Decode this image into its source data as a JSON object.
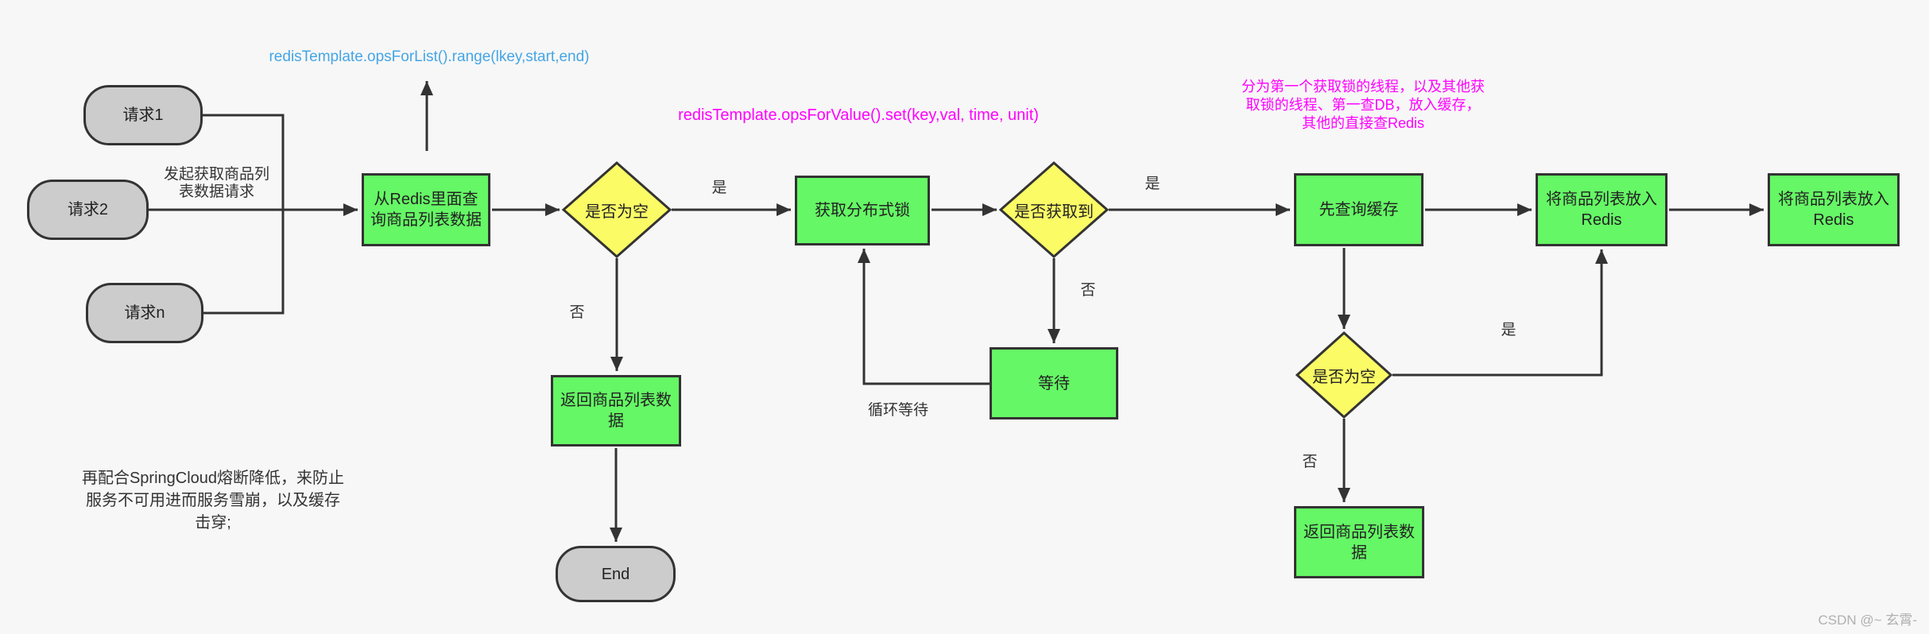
{
  "diagram": {
    "title_context": "Redis product list caching flow with distributed lock",
    "nodes": {
      "req1": {
        "label": "请求1",
        "type": "terminal"
      },
      "req2": {
        "label": "请求2",
        "type": "terminal"
      },
      "reqn": {
        "label": "请求n",
        "type": "terminal"
      },
      "query_redis": {
        "label": "从Redis里面查询商品列表数据",
        "type": "process"
      },
      "is_empty_1": {
        "label": "是否为空",
        "type": "decision"
      },
      "get_lock": {
        "label": "获取分布式锁",
        "type": "process"
      },
      "got_lock": {
        "label": "是否获取到",
        "type": "decision"
      },
      "query_cache": {
        "label": "先查询缓存",
        "type": "process"
      },
      "put_redis_1": {
        "label": "将商品列表放入Redis",
        "type": "process"
      },
      "put_redis_2": {
        "label": "将商品列表放入Redis",
        "type": "process"
      },
      "return_list_1": {
        "label": "返回商品列表数据",
        "type": "process"
      },
      "end": {
        "label": "End",
        "type": "terminal"
      },
      "wait": {
        "label": "等待",
        "type": "process"
      },
      "is_empty_2": {
        "label": "是否为空",
        "type": "decision"
      },
      "return_list_2": {
        "label": "返回商品列表数据",
        "type": "process"
      }
    },
    "edge_labels": {
      "request_label": "发起获取商品列表数据请求",
      "yes1": "是",
      "yes2": "是",
      "yes3": "是",
      "no1": "否",
      "no2": "否",
      "no3": "否",
      "loop_wait": "循环等待"
    },
    "annotations": {
      "ops_for_list": "redisTemplate.opsForList().range(lkey,start,end)",
      "ops_for_value": "redisTemplate.opsForValue().set(key,val, time, unit)",
      "lock_note": "分为第一个获取锁的线程，以及其他获取锁的线程、第一查DB，放入缓存，其他的直接查Redis",
      "springcloud_note": "再配合SpringCloud熔断降低，来防止服务不可用进而服务雪崩，以及缓存击穿;"
    },
    "watermark": "CSDN @~ 玄霄-",
    "colors": {
      "background": "#f7f7f7",
      "process_fill": "#65f765",
      "decision_fill": "#fbfb66",
      "terminal_fill": "#cccccc",
      "line": "#333333",
      "code_blue": "#45a5e6",
      "code_magenta": "#ff00ff",
      "watermark_gray": "#b0b0b0"
    }
  }
}
